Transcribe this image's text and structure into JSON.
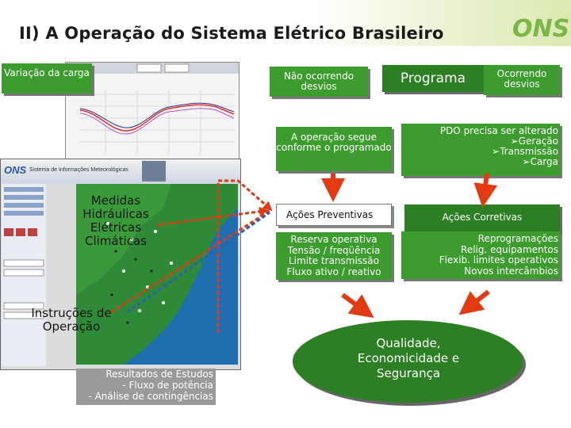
{
  "header": {
    "title": "II) A Operação do Sistema Elétrico Brasileiro",
    "logo_text": "ONS"
  },
  "left": {
    "load_variation": "Variação da carga",
    "measures": [
      "Medidas",
      "Hidráulicas",
      "Elétricas",
      "Climáticas"
    ],
    "instructions": "Instruções de Operação",
    "study_results": [
      "Resultados de Estudos",
      "- Fluxo de potência",
      "- Análise de contingências"
    ],
    "screen_app_title": "Sistema de Informações Meteorológicas",
    "screen_logo": "ONS"
  },
  "flow": {
    "no_deviation": "Não ocorrendo desvios",
    "program": "Programa",
    "deviation": "Ocorrendo desvios",
    "follows_program": "A operação segue conforme o programado",
    "pdo_change": {
      "title": "PDO precisa ser alterado",
      "items": [
        "Geração",
        "Transmissão",
        "Carga"
      ]
    },
    "preventive": "Ações Preventivas",
    "corrective": "Ações Corretivas",
    "preventive_items": [
      "Reserva operativa",
      "Tensão / freqüência",
      "Limite transmissão",
      "Fluxo ativo / reativo"
    ],
    "corrective_items": [
      "Reprogramações",
      "Relig. equipamentos",
      "Flexib. limites operativos",
      "Novos intercâmbios"
    ],
    "outcome": [
      "Qualidade,",
      "Economicidade e",
      "Segurança"
    ]
  },
  "colors": {
    "green_box": "#3c9c2e",
    "dark_green": "#2d7f23",
    "arrow_red": "#e23a12",
    "logo_green": "#7ab648"
  }
}
